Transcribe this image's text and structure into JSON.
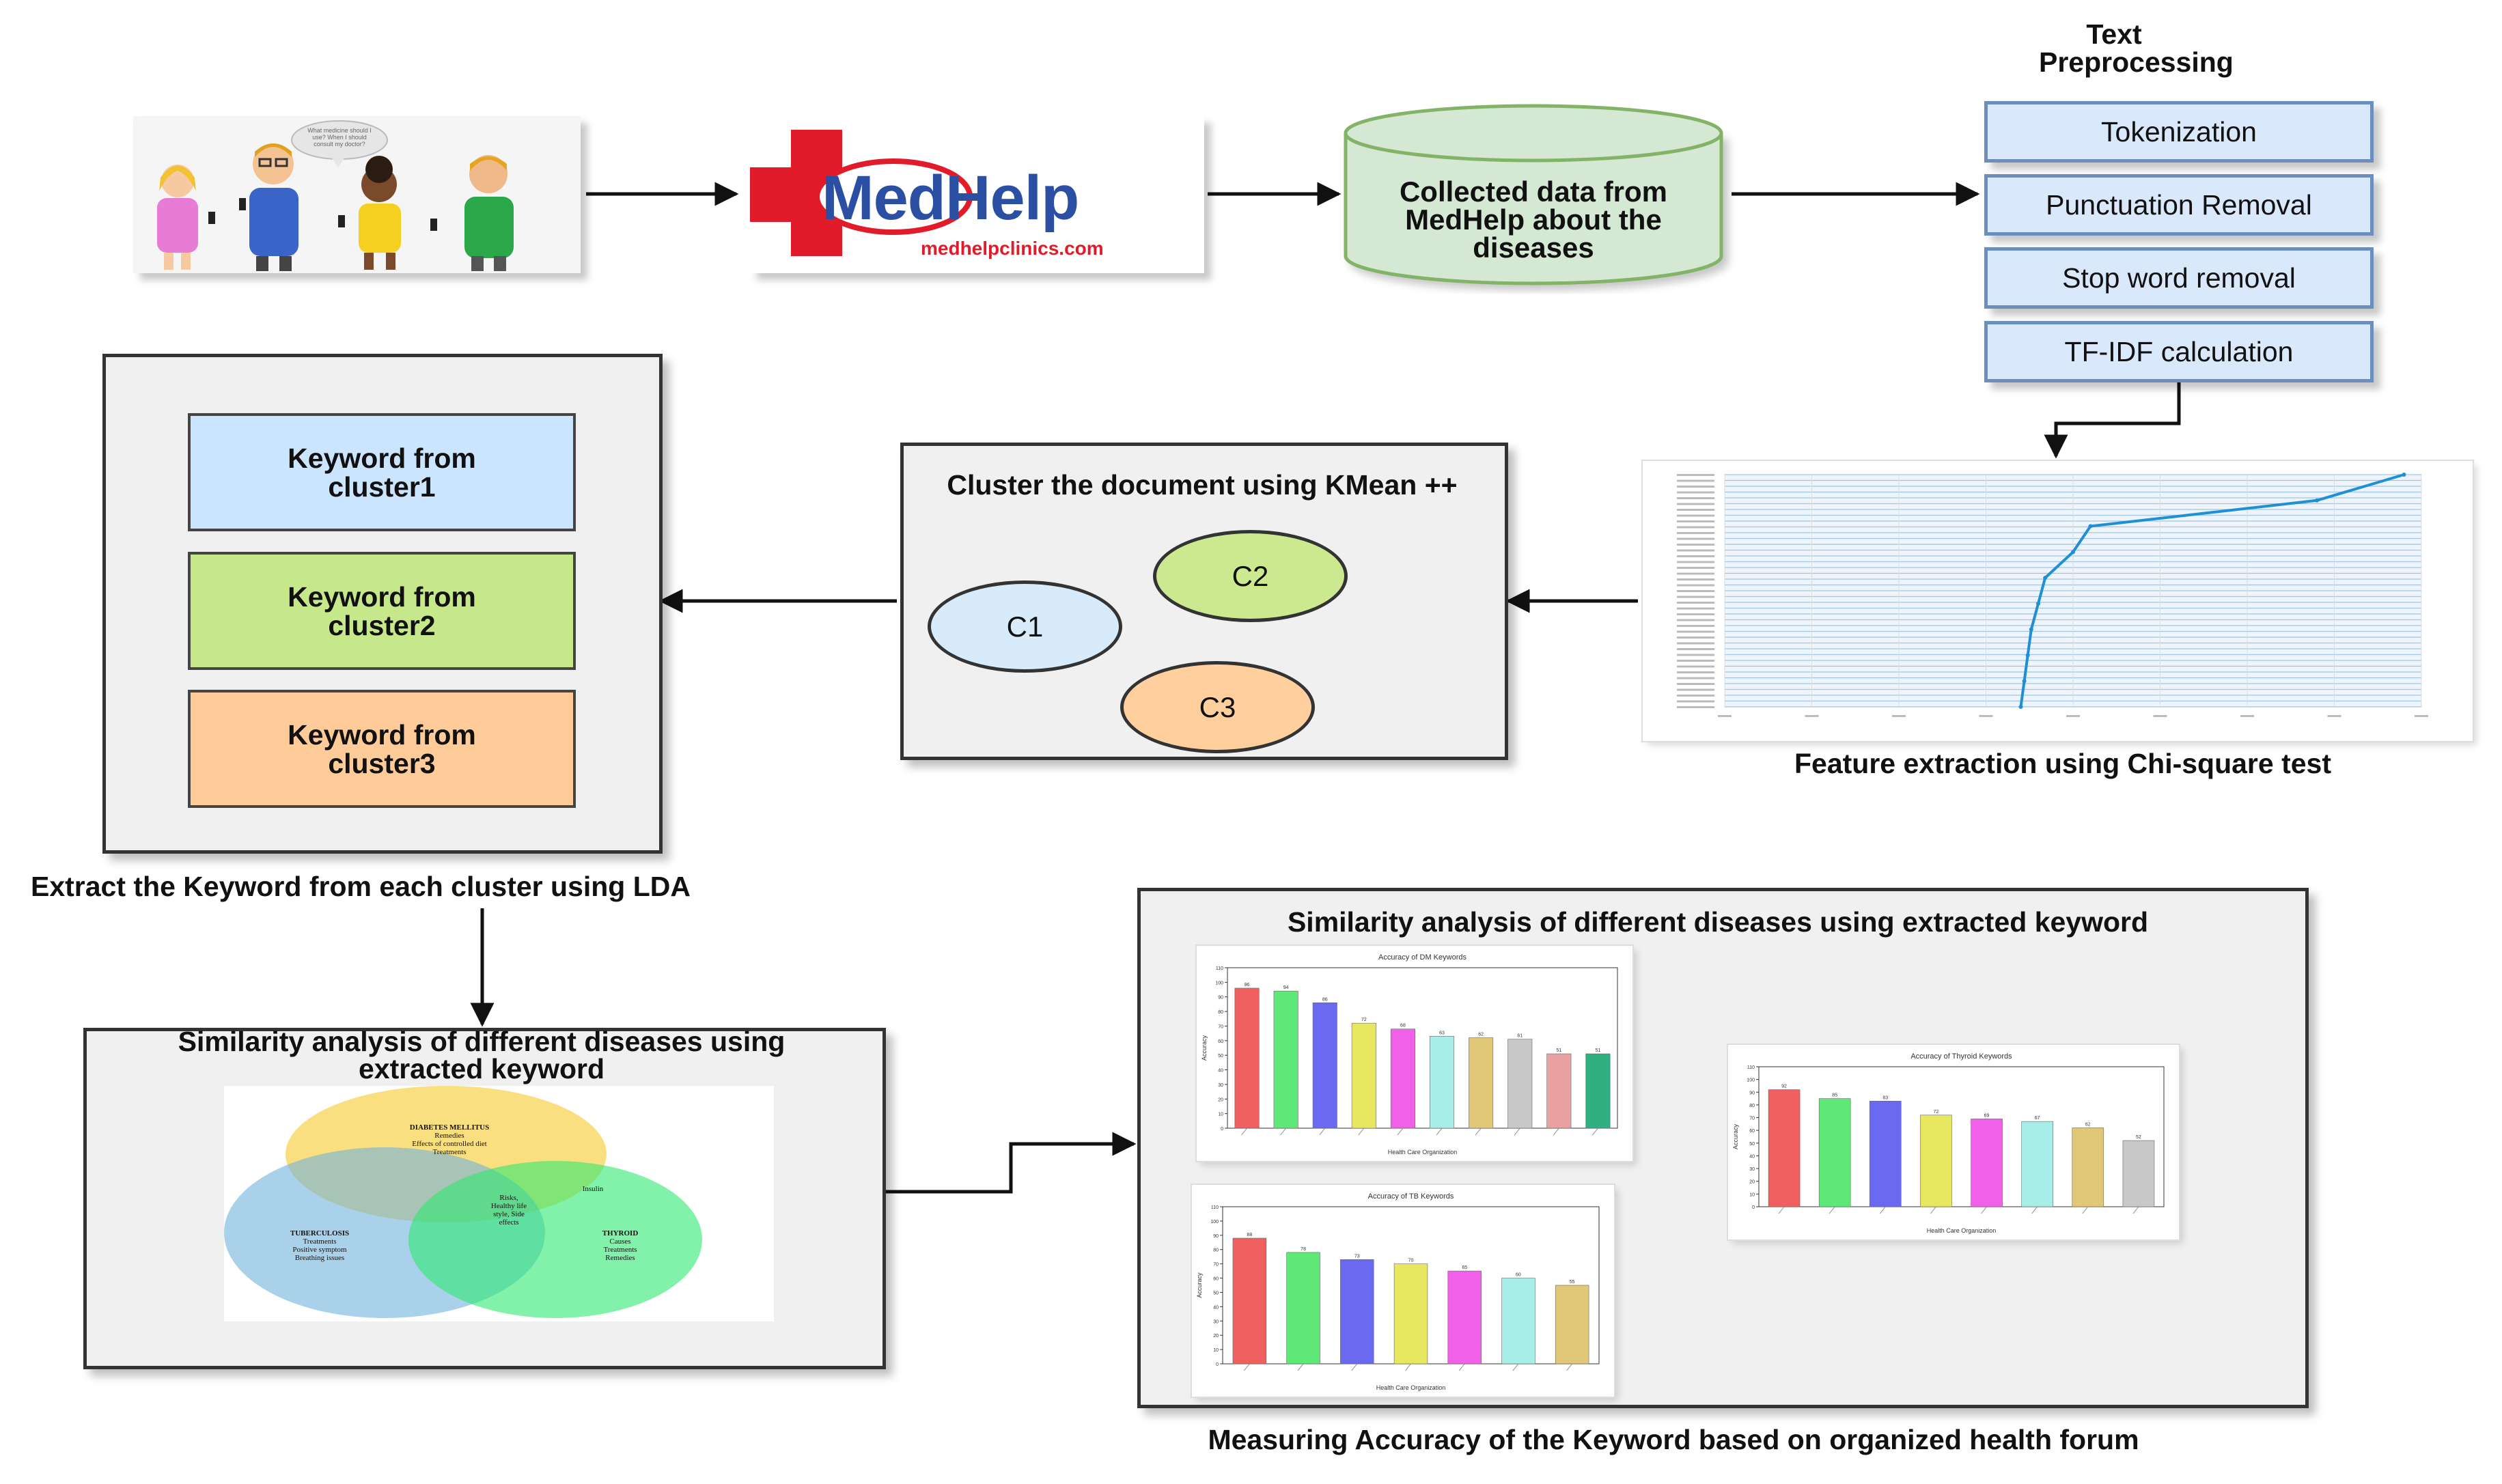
{
  "people_bubble": "What medicine should I use? When I should consult my doctor?",
  "medhelp": {
    "brand": "MedHelp",
    "url": "medhelpclinics.com"
  },
  "database": {
    "label": "Collected data from MedHelp about the diseases"
  },
  "preprocessing": {
    "title": "Text Preprocessing",
    "steps": [
      "Tokenization",
      "Punctuation Removal",
      "Stop word removal",
      "TF-IDF calculation"
    ]
  },
  "feature_extraction": {
    "caption": "Feature extraction using Chi-square test"
  },
  "clustering": {
    "title": "Cluster the document using KMean ++",
    "clusters": [
      "C1",
      "C2",
      "C3"
    ]
  },
  "keywords": {
    "boxes": [
      "Keyword from cluster1",
      "Keyword from cluster2",
      "Keyword from cluster3"
    ],
    "caption": "Extract the Keyword from each cluster using LDA"
  },
  "similarity": {
    "title": "Similarity analysis of different diseases using extracted keyword",
    "venn": {
      "diabetes": {
        "title": "DIABETES MELLITUS",
        "lines": [
          "Remedies",
          "Effects of controlled diet",
          "Treatments"
        ]
      },
      "tuberculosis": {
        "title": "TUBERCULOSIS",
        "lines": [
          "Treatments",
          "Positive symptom",
          "Breathing issues"
        ]
      },
      "thyroid": {
        "title": "THYROID",
        "lines": [
          "Causes",
          "Treatments",
          "Remedies"
        ]
      },
      "shared_dt": "Insulin",
      "center": [
        "Risks,",
        "Healthy life",
        "style, Side",
        "effects"
      ]
    }
  },
  "accuracy": {
    "title": "Similarity analysis of different diseases using extracted keyword",
    "caption": "Measuring Accuracy of the Keyword based on organized health forum"
  },
  "colors": {
    "people_panel": "#f5f5f5",
    "medhelp_red": "#e11b2a",
    "medhelp_blue": "#2a4fa3",
    "db_fill": "#d5e8d4",
    "db_stroke": "#82b366",
    "pre_fill": "#dae8fc",
    "pre_stroke": "#6c8ebf",
    "kw1": "#cce5ff",
    "kw2": "#c7e88a",
    "kw3": "#ffcc99",
    "c1": "#d7ebfb",
    "c2": "#cde98f",
    "c3": "#ffd09e",
    "venn_yellow": "#f5c518",
    "venn_blue": "#6fb3dc",
    "venn_green": "#2ee870"
  },
  "chart_data": [
    {
      "type": "bar",
      "title": "Accuracy of DM Keywords",
      "xlabel": "Health Care Organization",
      "ylabel": "Accuracy",
      "ylim": [
        0,
        110
      ],
      "categories": [
        "",
        "",
        "",
        "",
        "",
        "",
        "",
        "",
        "",
        ""
      ],
      "values": [
        96,
        94,
        86,
        72,
        68,
        63,
        62,
        61,
        51,
        51
      ]
    },
    {
      "type": "bar",
      "title": "Accuracy of Thyroid Keywords",
      "xlabel": "Health Care Organization",
      "ylabel": "Accuracy",
      "ylim": [
        0,
        110
      ],
      "categories": [
        "",
        "",
        "",
        "",
        "",
        "",
        "",
        ""
      ],
      "values": [
        92,
        85,
        83,
        72,
        69,
        67,
        62,
        52
      ]
    },
    {
      "type": "bar",
      "title": "Accuracy of TB Keywords",
      "xlabel": "Health Care Organization",
      "ylabel": "Accuracy",
      "ylim": [
        0,
        110
      ],
      "categories": [
        "",
        "",
        "",
        "",
        "",
        "",
        ""
      ],
      "values": [
        88,
        78,
        73,
        70,
        65,
        60,
        55
      ]
    },
    {
      "type": "line",
      "title": "",
      "xlim": [
        0,
        2
      ],
      "values": [
        1.95,
        1.7,
        1.05,
        1.0,
        0.92,
        0.9,
        0.88,
        0.87,
        0.86,
        0.85
      ]
    }
  ]
}
